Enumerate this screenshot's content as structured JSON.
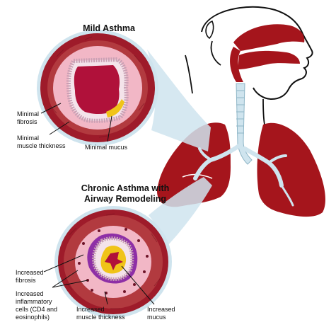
{
  "panels": {
    "mild": {
      "title": "Mild Asthma",
      "labels": {
        "fibrosis": "Minimal\nfibrosis",
        "muscle": "Minimal\nmuscle thickness",
        "mucus": "Minimal mucus"
      }
    },
    "chronic": {
      "title": "Chronic Asthma with\nAirway Remodeling",
      "labels": {
        "fibrosis": "Increased\nfibrosis",
        "cells": "Increased\ninflammatory\ncells (CD4 and\neosinophils)",
        "muscle": "Increased\nmuscle thickness",
        "mucus": "Increased\nmucus"
      }
    }
  },
  "colors": {
    "tissue_dark": "#9e1b2a",
    "muscle": "#b23a3f",
    "submucosa": "#f2b7c6",
    "epithelium": "#f4e3ea",
    "lumen": "#b0113a",
    "mucus": "#f0c419",
    "inflamed": "#8e2fa6",
    "bronchi": "#cfe4ee",
    "organ_red": "#a5151c"
  }
}
